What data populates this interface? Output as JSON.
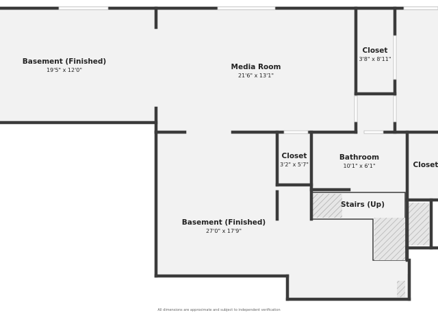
{
  "rooms": {
    "basement_finished_left": {
      "name": "Basement (Finished)",
      "dims": "19'5\" x 12'0\""
    },
    "media_room": {
      "name": "Media Room",
      "dims": "21'6\" x 13'1\""
    },
    "closet_upper": {
      "name": "Closet",
      "dims": "3'8\" x 8'11\""
    },
    "closet_middle": {
      "name": "Closet",
      "dims": "3'2\" x 5'7\""
    },
    "bathroom": {
      "name": "Bathroom",
      "dims": "10'1\" x 6'1\""
    },
    "closet_right": {
      "name": "Closet",
      "dims": ""
    },
    "stairs": {
      "name": "Stairs (Up)",
      "dims": ""
    },
    "basement_finished_lower": {
      "name": "Basement (Finished)",
      "dims": "27'0\" x 17'9\""
    }
  },
  "disclaimer": "All dimensions are approximate and subject to independent verification",
  "colors": {
    "floor": "#f2f2f2",
    "wall": "#3b3b3b",
    "window": "#ffffff",
    "hatch": "#aaaaaa"
  }
}
